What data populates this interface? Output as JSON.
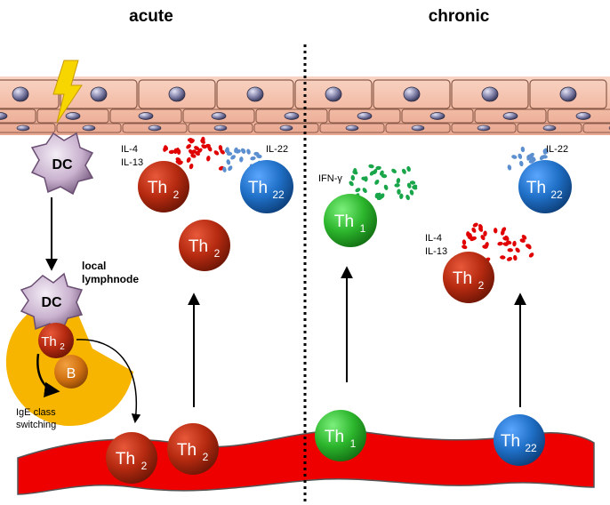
{
  "headers": {
    "acute": "acute",
    "chronic": "chronic"
  },
  "dc": {
    "label": "DC"
  },
  "lymph": {
    "title": "local lymphnode",
    "line1": "local",
    "line2": "lymphnode"
  },
  "cells": {
    "th2_base": "Th",
    "th2_sub": "2",
    "th22_base": "Th",
    "th22_sub": "22",
    "th1_base": "Th",
    "th1_sub": "1",
    "b_label": "B"
  },
  "cytokines": {
    "il4": "IL-4",
    "il13": "IL-13",
    "il22": "IL-22",
    "ifng": "IFN-γ"
  },
  "ige": {
    "line1": "IgE class",
    "line2": "switching"
  },
  "colors": {
    "th2": "#b52a10",
    "th22": "#1f6fc6",
    "th1": "#2cb52c",
    "dc": "#c9b2cf",
    "lymph": "#f7b500",
    "bcell": "#d07010",
    "vessel": "#ee0000",
    "il4_dots": "#e00000",
    "il22_dots": "#5b8fd0",
    "ifng_dots": "#19a64a",
    "epithelium": "#f6c9b6"
  }
}
